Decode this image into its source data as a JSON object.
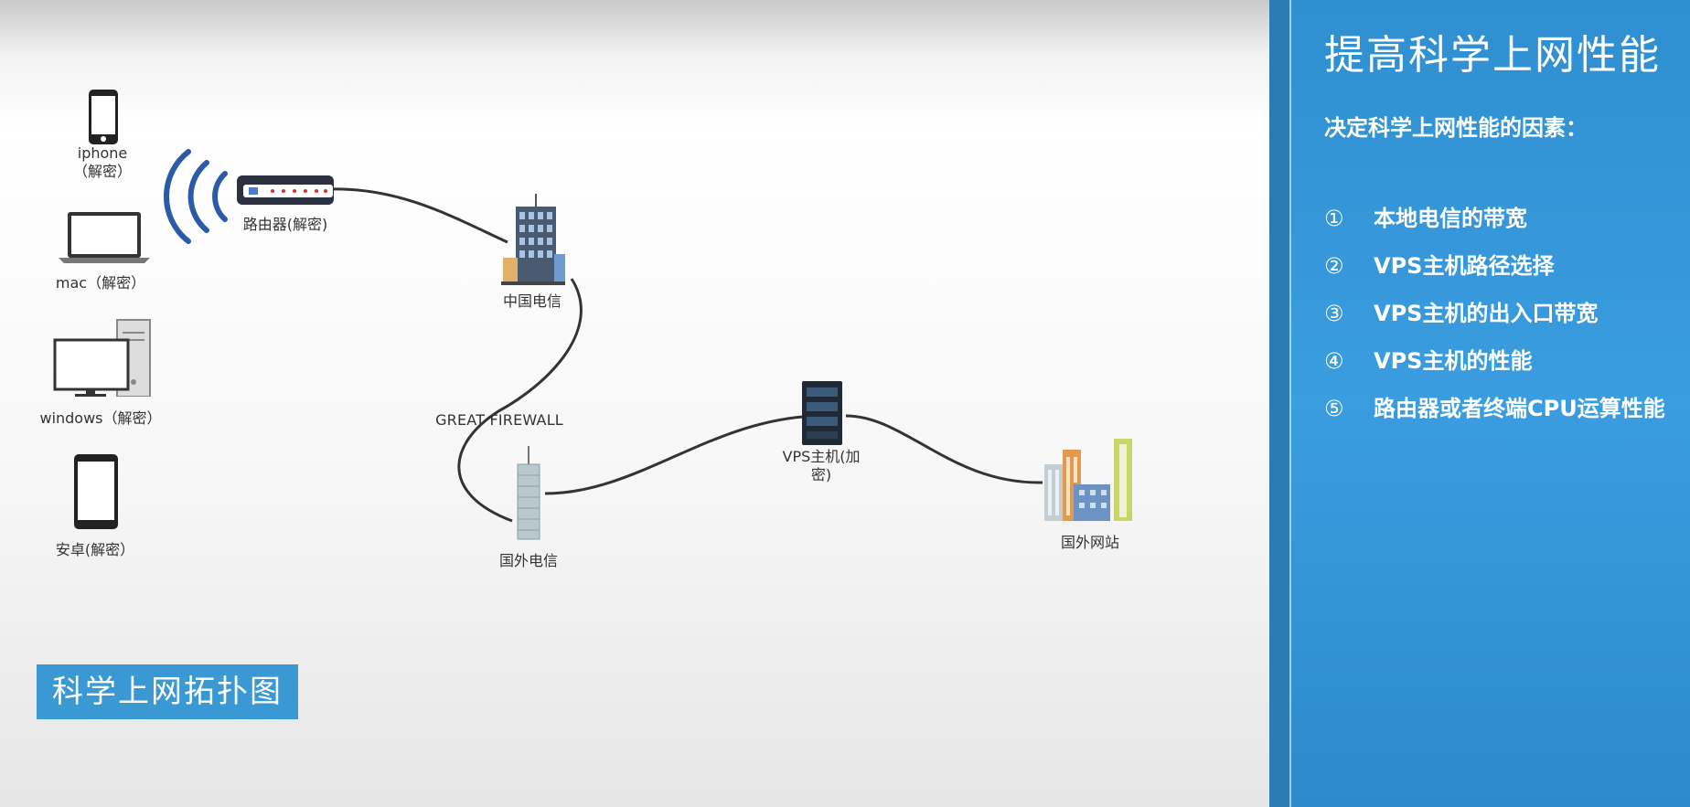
{
  "diagram": {
    "caption": "科学上网拓扑图",
    "devices": [
      {
        "id": "iphone",
        "label": "iphone\n（解密）",
        "icon": "smartphone-icon"
      },
      {
        "id": "mac",
        "label": "mac（解密）",
        "icon": "laptop-icon"
      },
      {
        "id": "windows",
        "label": "windows（解密）",
        "icon": "desktop-computer-icon"
      },
      {
        "id": "android",
        "label": "安卓(解密）",
        "icon": "tablet-icon"
      }
    ],
    "router": {
      "label": "路由器(解密)",
      "icon": "router-icon"
    },
    "china_telecom": {
      "label": "中国电信",
      "icon": "office-building-icon"
    },
    "firewall": {
      "label": "GREAT FIREWALL"
    },
    "foreign_telecom": {
      "label": "国外电信",
      "icon": "tower-building-icon"
    },
    "vps": {
      "label": "VPS主机(加\n密)",
      "icon": "server-icon"
    },
    "foreign_site": {
      "label": "国外网站",
      "icon": "city-buildings-icon"
    }
  },
  "panel": {
    "title": "提高科学上网性能",
    "subtitle": "决定科学上网性能的因素：",
    "factors": [
      {
        "num": "①",
        "text": "本地电信的带宽"
      },
      {
        "num": "②",
        "text": "VPS主机路径选择"
      },
      {
        "num": "③",
        "text": "VPS主机的出入口带宽"
      },
      {
        "num": "④",
        "text": "VPS主机的性能"
      },
      {
        "num": "⑤",
        "text": "路由器或者终端CPU运算性能"
      }
    ]
  },
  "colors": {
    "panel_blue": "#3a9de0",
    "caption_blue": "#3a98d2",
    "link_line": "#333333",
    "wifi_blue": "#2a5aa8"
  }
}
